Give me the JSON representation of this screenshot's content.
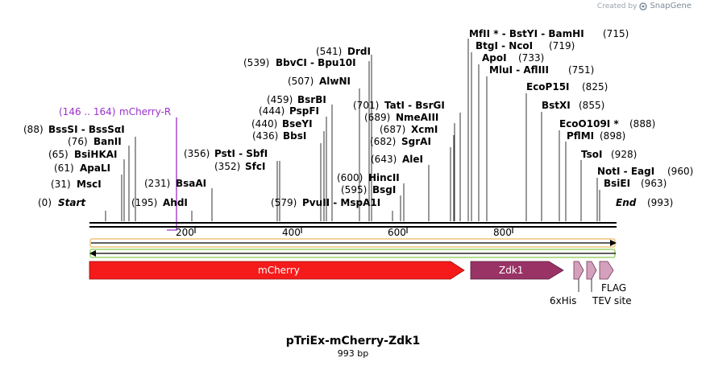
{
  "credit": {
    "prefix": "Created by",
    "brand": "SnapGene"
  },
  "title": "pTriEx-mCherry-Zdk1",
  "length_label": "993 bp",
  "ends": {
    "start_pos": "(0)",
    "start_label": "Start",
    "end_label": "End",
    "end_pos": "(993)"
  },
  "primer": {
    "range": "(146 .. 164)",
    "name": "mCherry-R",
    "color": "#9b30c9"
  },
  "ruler_ticks": [
    "200",
    "400",
    "600",
    "800"
  ],
  "features": [
    {
      "name": "mCherry",
      "color": "#f51b1b",
      "label_inside": true
    },
    {
      "name": "Zdk1",
      "color": "#993366",
      "label_inside": true
    },
    {
      "name": "6xHis",
      "color": "#d4a0bc",
      "label_inside": false
    },
    {
      "name": "TEV site",
      "color": "#d4a0bc",
      "label_inside": false
    },
    {
      "name": "FLAG",
      "color": "#d4a0bc",
      "label_inside": false
    }
  ],
  "sites": [
    {
      "pos": "(31)",
      "name": "MscI"
    },
    {
      "pos": "(61)",
      "name": "ApaLI"
    },
    {
      "pos": "(65)",
      "name": "BsiHKAI"
    },
    {
      "pos": "(76)",
      "name": "BanII"
    },
    {
      "pos": "(88)",
      "name": "BssSI  -  BssSαI"
    },
    {
      "pos": "(195)",
      "name": "AhdI"
    },
    {
      "pos": "(231)",
      "name": "BsaAI"
    },
    {
      "pos": "(352)",
      "name": "SfcI"
    },
    {
      "pos": "(356)",
      "name": "PstI  -  SbfI"
    },
    {
      "pos": "(436)",
      "name": "BbsI"
    },
    {
      "pos": "(440)",
      "name": "BseYI"
    },
    {
      "pos": "(444)",
      "name": "PspFI"
    },
    {
      "pos": "(459)",
      "name": "BsrBI"
    },
    {
      "pos": "(507)",
      "name": "AlwNI"
    },
    {
      "pos": "(539)",
      "name": "BbvCI  -  Bpu10I"
    },
    {
      "pos": "(541)",
      "name": "DrdI"
    },
    {
      "pos": "(579)",
      "name": "PvuII  -  MspA1I"
    },
    {
      "pos": "(595)",
      "name": "BsgI"
    },
    {
      "pos": "(600)",
      "name": "HincII"
    },
    {
      "pos": "(643)",
      "name": "AleI"
    },
    {
      "pos": "(682)",
      "name": "SgrAI"
    },
    {
      "pos": "(687)",
      "name": "XcmI"
    },
    {
      "pos": "(689)",
      "name": "NmeAIII"
    },
    {
      "pos": "(701)",
      "name": "TatI  -  BsrGI"
    },
    {
      "pos": "(715)",
      "name": "MfII *  -  BstYI  -  BamHI"
    },
    {
      "pos": "(719)",
      "name": "BtgI  -  NcoI"
    },
    {
      "pos": "(733)",
      "name": "ApoI"
    },
    {
      "pos": "(751)",
      "name": "MluI  -  AflIII"
    },
    {
      "pos": "(825)",
      "name": "EcoP15I"
    },
    {
      "pos": "(855)",
      "name": "BstXI"
    },
    {
      "pos": "(888)",
      "name": "EcoO109I *"
    },
    {
      "pos": "(898)",
      "name": "PflMI"
    },
    {
      "pos": "(928)",
      "name": "TsoI"
    },
    {
      "pos": "(960)",
      "name": "NotI  -  EagI"
    },
    {
      "pos": "(963)",
      "name": "BsiEI"
    }
  ]
}
